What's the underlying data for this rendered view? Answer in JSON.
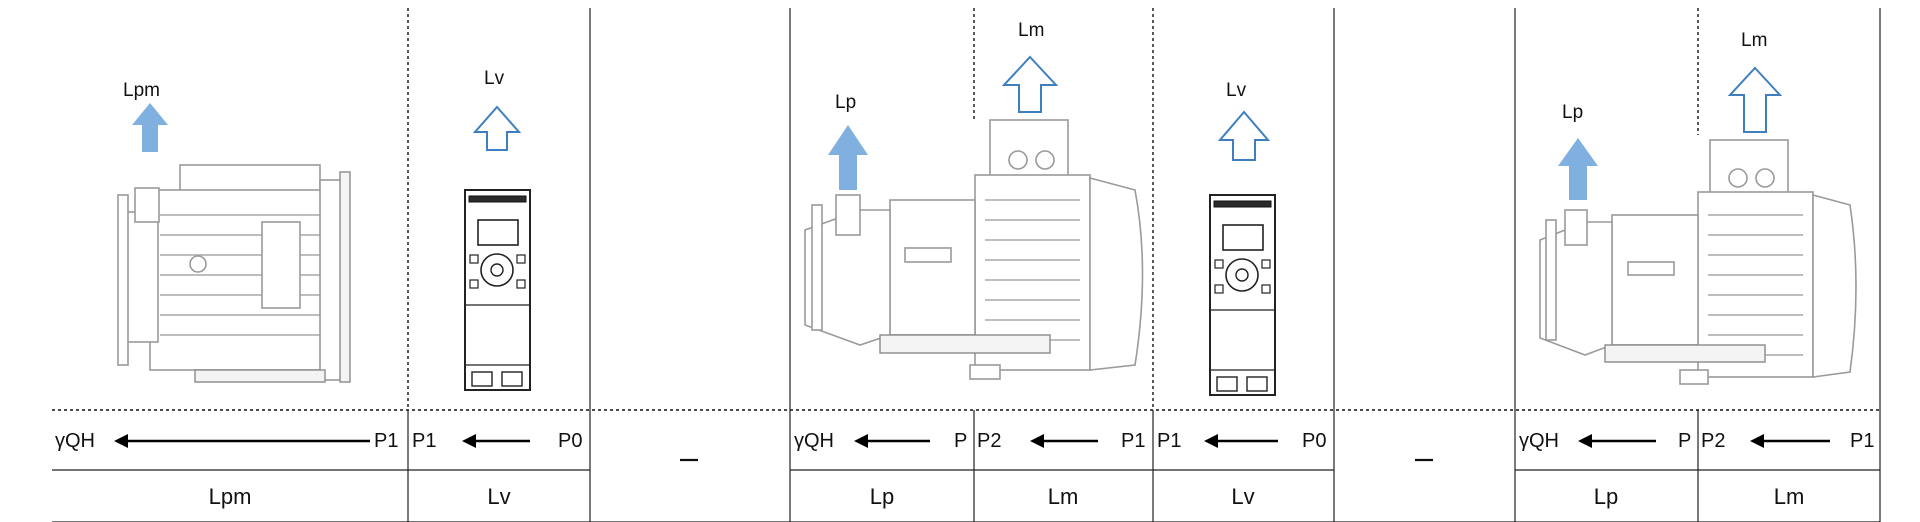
{
  "labels": {
    "lpm": "Lpm",
    "lv1": "Lv",
    "lp1": "Lp",
    "lm1": "Lm",
    "lv2": "Lv",
    "lp2": "Lp",
    "lm2": "Lm"
  },
  "flow_row": {
    "g1_left": "γQH",
    "g1_right": "P1",
    "g2_left": "P1",
    "g2_right": "P0",
    "g3_left": "γQH",
    "g3_right": "P",
    "g4_left": "P2",
    "g4_right": "P1",
    "g5_left": "P1",
    "g5_right": "P0",
    "g6_left": "γQH",
    "g6_right": "P",
    "g7_left": "P2",
    "g7_right": "P1"
  },
  "bottom_row": {
    "c1": "Lpm",
    "c2": "Lv",
    "c3": "Lp",
    "c4": "Lm",
    "c5": "Lv",
    "c6": "Lp",
    "c7": "Lm"
  },
  "colors": {
    "heat_arrow_solid": "#7fb0df",
    "heat_arrow_outline": "#3f7fc0"
  },
  "icons": [
    "heat-arrow-up-icon",
    "arrow-left-icon",
    "minus-sign-icon"
  ]
}
